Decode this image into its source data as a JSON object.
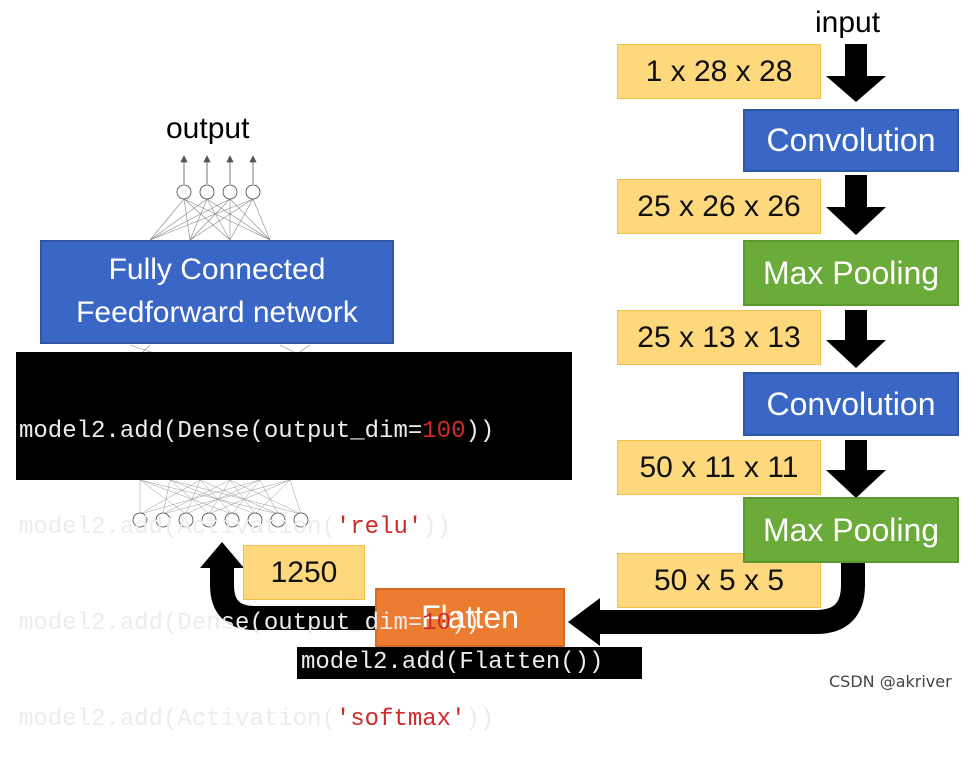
{
  "diagram": {
    "input_label": "input",
    "output_label": "output",
    "shapes": [
      "1 x 28 x 28",
      "25 x 26 x 26",
      "25 x 13 x 13",
      "50 x 11 x 11",
      "50 x 5 x 5",
      "1250"
    ],
    "layers": [
      "Convolution",
      "Max Pooling",
      "Convolution",
      "Max Pooling",
      "Flatten"
    ],
    "fc_title": [
      "Fully Connected",
      "Feedforward network"
    ],
    "code": [
      {
        "pre": "model2.add(Dense(output_dim=",
        "val": "100",
        "post": "))"
      },
      {
        "pre": "model2.add(Activation(",
        "val": "'relu'",
        "post": "))"
      },
      {
        "pre": "model2.add(Dense(output_dim=",
        "val": "10",
        "post": "))"
      },
      {
        "pre": "model2.add(Activation(",
        "val": "'softmax'",
        "post": "))"
      }
    ],
    "flatten_code": "model2.add(Flatten())"
  },
  "watermark": "CSDN @akriver",
  "colors": {
    "shape_box": "#fed87c",
    "convolution": "#3a66c6",
    "max_pooling": "#6aab3a",
    "flatten": "#ec7c30",
    "fully_connected": "#3a66c6",
    "code_keyword_value": "#cf2a2a"
  }
}
